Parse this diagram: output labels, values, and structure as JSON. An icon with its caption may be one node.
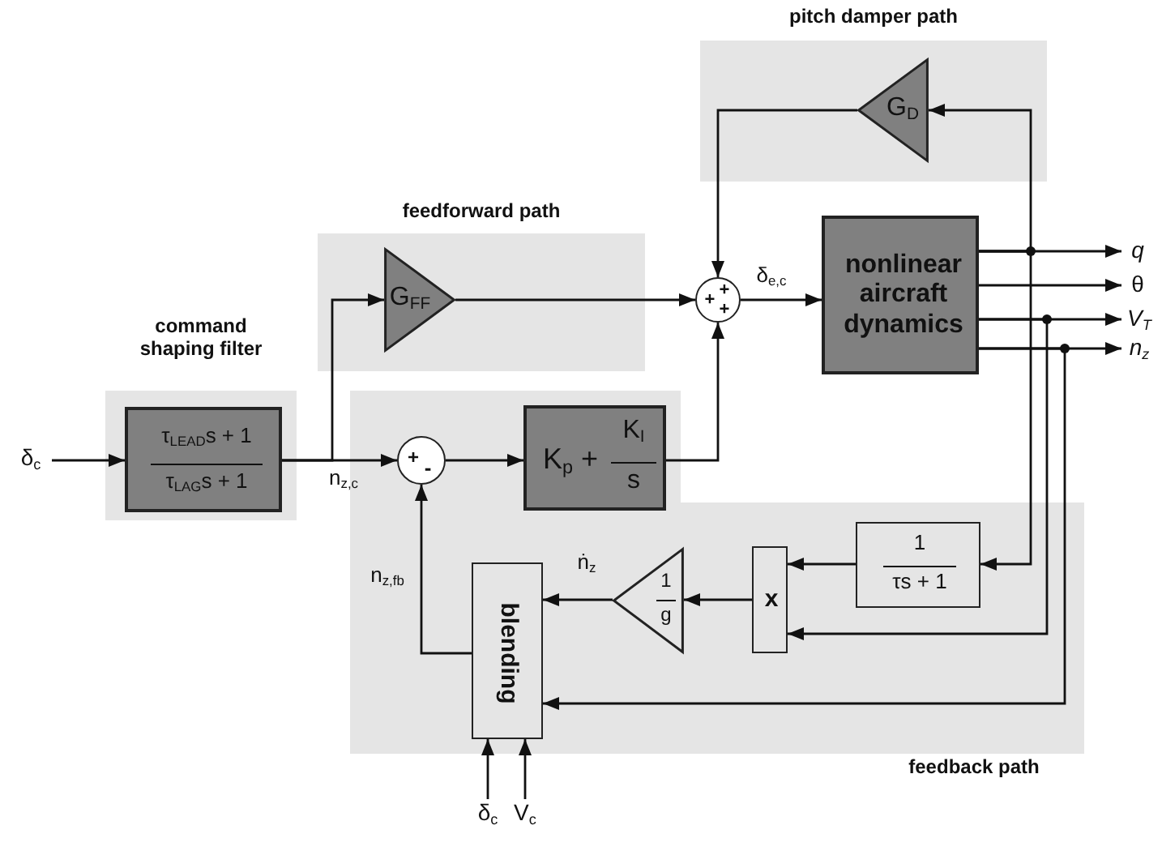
{
  "diagram": {
    "nodes": [
      {
        "text": [
          "command shaping filter"
        ]
      },
      {
        "text": [
          "τ$_{LEAD}$s + 1",
          "τ$_{LAG}$s + 1"
        ],
        "in": 0
      },
      {
        "text": [
          "feedforward path"
        ]
      },
      {
        "text": [
          "G$_{FF}$"
        ],
        "in": 2
      },
      {
        "text": [
          "pitch damper path"
        ]
      },
      {
        "text": [
          "G$_{D}$"
        ],
        "in": 4
      },
      {
        "text": [
          "+",
          "+",
          "+"
        ]
      },
      {
        "text": [
          "nonlinear aircraft dynamics"
        ]
      },
      {
        "text": [
          "feedback path"
        ]
      },
      {
        "text": [
          "+",
          "-"
        ],
        "in": 8
      },
      {
        "text": [
          "K$_{p}$ +",
          "K$_{I}$",
          "s"
        ],
        "in": 8
      },
      {
        "text": [
          "1",
          "τs + 1"
        ],
        "in": 8
      },
      {
        "text": [
          "x"
        ],
        "in": 8
      },
      {
        "text": [
          "1",
          "g"
        ],
        "in": 8
      },
      {
        "text": [
          "blending"
        ],
        "in": 8
      },
      {
        "text": [
          "δ$_{c}$"
        ]
      },
      {
        "text": [
          "q"
        ]
      },
      {
        "text": [
          "θ"
        ]
      },
      {
        "text": [
          "V$_{T}$"
        ]
      },
      {
        "text": [
          "n$_{z}$"
        ]
      },
      {
        "text": [
          "δ$_{c}$"
        ]
      },
      {
        "text": [
          "V$_{c}$"
        ]
      }
    ],
    "edges": [
      {
        "from": 15,
        "to": 1,
        "arrow": "to"
      },
      {
        "from": 1,
        "to": 9,
        "arrow": "to",
        "label": "n$_{z,c}$"
      },
      {
        "from": 1,
        "to": 3,
        "arrow": "to"
      },
      {
        "from": 3,
        "to": 6,
        "arrow": "to"
      },
      {
        "from": 9,
        "to": 10,
        "arrow": "to"
      },
      {
        "from": 10,
        "to": 6,
        "arrow": "to"
      },
      {
        "from": 5,
        "to": 6,
        "arrow": "to"
      },
      {
        "from": 6,
        "to": 7,
        "arrow": "to",
        "label": "δ$_{e,c}$"
      },
      {
        "from": 7,
        "to": 16,
        "arrow": "to"
      },
      {
        "from": 7,
        "to": 17,
        "arrow": "to"
      },
      {
        "from": 7,
        "to": 18,
        "arrow": "to"
      },
      {
        "from": 7,
        "to": 19,
        "arrow": "to"
      },
      {
        "from": 7,
        "to": 5,
        "arrow": "to"
      },
      {
        "from": 7,
        "to": 11,
        "arrow": "to"
      },
      {
        "from": 7,
        "to": 12,
        "arrow": "to"
      },
      {
        "from": 7,
        "to": 14,
        "arrow": "to"
      },
      {
        "from": 11,
        "to": 12,
        "arrow": "to"
      },
      {
        "from": 12,
        "to": 13,
        "arrow": "to"
      },
      {
        "from": 13,
        "to": 14,
        "arrow": "to",
        "label": "ṅ$_{z}$"
      },
      {
        "from": 14,
        "to": 9,
        "arrow": "to",
        "label": "n$_{z,fb}$"
      },
      {
        "from": 20,
        "to": 14,
        "arrow": "to"
      },
      {
        "from": 21,
        "to": 14,
        "arrow": "to"
      }
    ]
  }
}
